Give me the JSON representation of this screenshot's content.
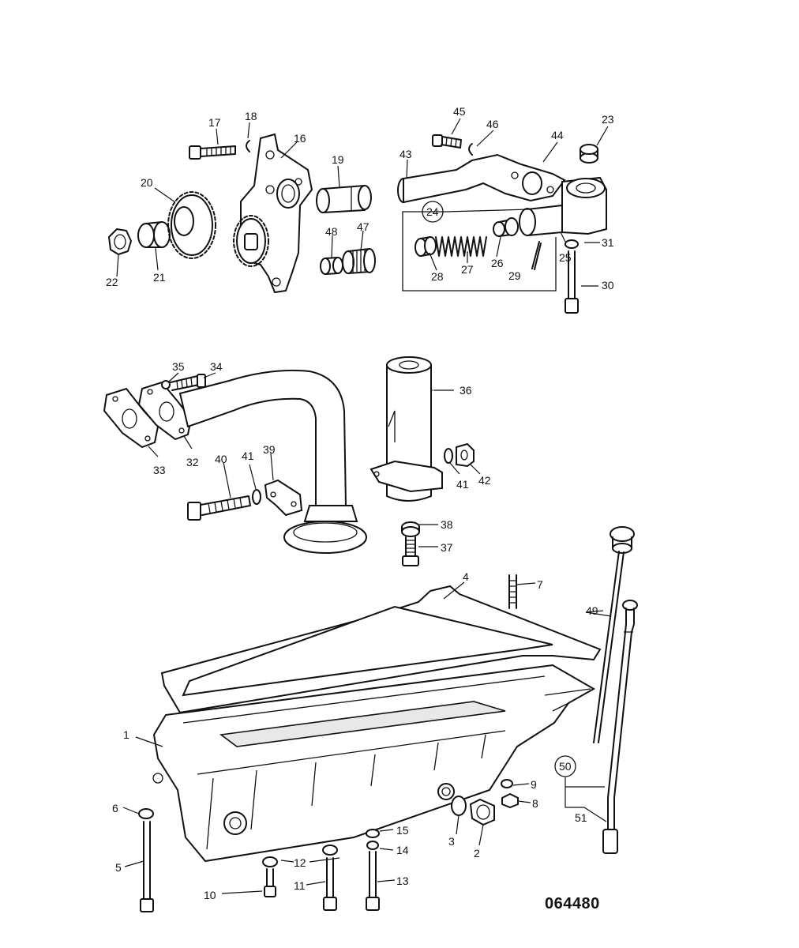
{
  "drawing_number": "064480",
  "callouts": {
    "c1": "1",
    "c2": "2",
    "c3": "3",
    "c4": "4",
    "c5": "5",
    "c6": "6",
    "c7": "7",
    "c8": "8",
    "c9": "9",
    "c10": "10",
    "c11": "11",
    "c12": "12",
    "c13": "13",
    "c14": "14",
    "c15": "15",
    "c16": "16",
    "c17": "17",
    "c18": "18",
    "c19": "19",
    "c20": "20",
    "c21": "21",
    "c22": "22",
    "c23": "23",
    "c24": "24",
    "c25": "25",
    "c26": "26",
    "c27": "27",
    "c28": "28",
    "c29": "29",
    "c30": "30",
    "c31": "31",
    "c32": "32",
    "c33": "33",
    "c34": "34",
    "c35": "35",
    "c36": "36",
    "c37": "37",
    "c38": "38",
    "c39": "39",
    "c40": "40",
    "c41a": "41",
    "c41b": "41",
    "c42": "42",
    "c43": "43",
    "c44": "44",
    "c45": "45",
    "c46": "46",
    "c47": "47",
    "c48": "48",
    "c49": "49",
    "c50": "50",
    "c51": "51"
  }
}
